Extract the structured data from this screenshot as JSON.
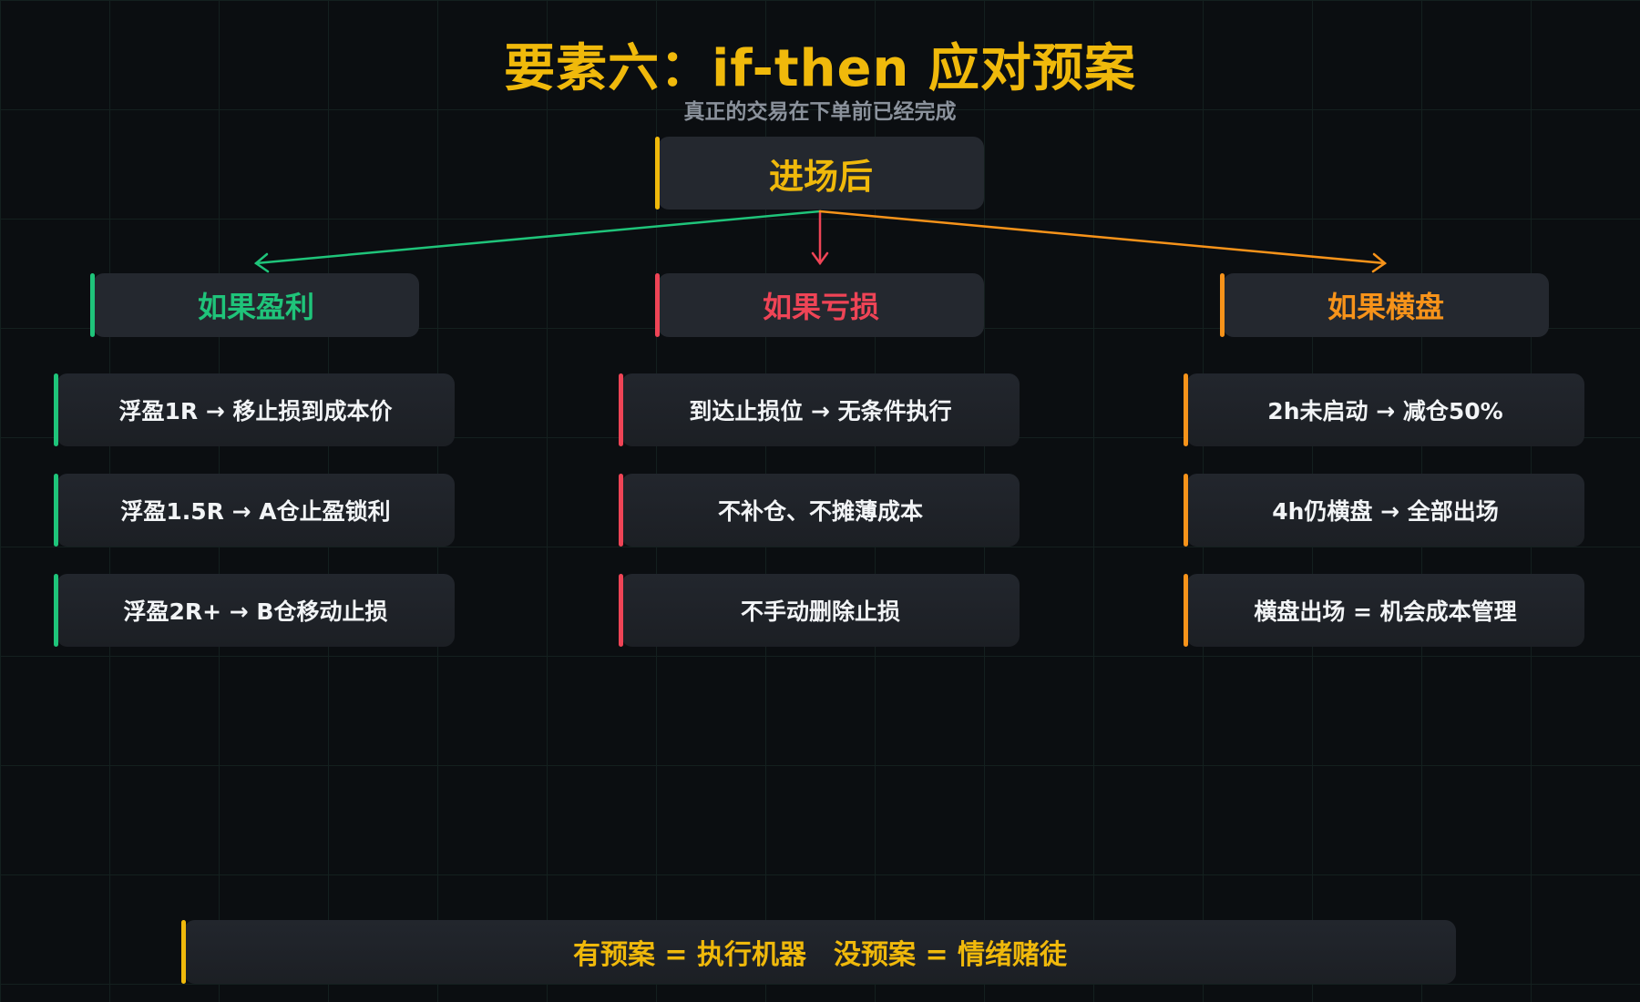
{
  "header": {
    "title": "要素六：if-then 应对预案",
    "subtitle": "真正的交易在下单前已经完成"
  },
  "root": {
    "label": "进场后",
    "color": "#f0b90b"
  },
  "branches": [
    {
      "label": "如果盈利",
      "color": "#1fc47a",
      "items": [
        "浮盈1R → 移止损到成本价",
        "浮盈1.5R → A仓止盈锁利",
        "浮盈2R+ → B仓移动止损"
      ]
    },
    {
      "label": "如果亏损",
      "color": "#ef4456",
      "items": [
        "到达止损位 → 无条件执行",
        "不补仓、不摊薄成本",
        "不手动删除止损"
      ]
    },
    {
      "label": "如果横盘",
      "color": "#f7931a",
      "items": [
        "2h未启动 → 减仓50%",
        "4h仍横盘 → 全部出场",
        "横盘出场 = 机会成本管理"
      ]
    }
  ],
  "footer": {
    "left": "有预案 = 执行机器",
    "right": "没预案 = 情绪赌徒"
  },
  "colors": {
    "background": "#0b0e11",
    "grid": "#14201f",
    "box": "#24282f",
    "accent_yellow": "#f0b90b",
    "green": "#1fc47a",
    "red": "#ef4456",
    "orange": "#f7931a",
    "subtitle": "#8b929c"
  }
}
